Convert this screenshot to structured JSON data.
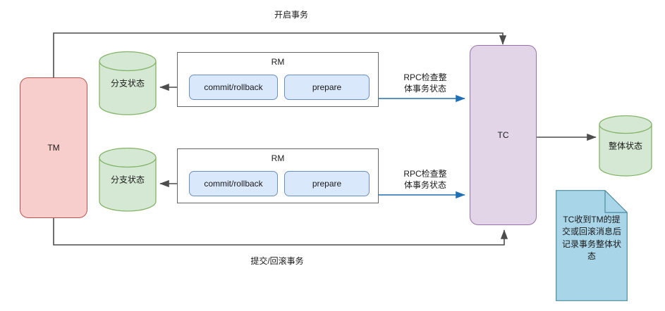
{
  "diagram": {
    "title": "Distributed transaction TM / RM / TC flow",
    "colors": {
      "tm_fill": "#f8cecc",
      "tm_stroke": "#b85450",
      "tc_fill": "#e1d5e7",
      "tc_stroke": "#9673a6",
      "db_fill": "#d5e8d4",
      "db_stroke": "#82b366",
      "btn_fill": "#dae8fc",
      "btn_stroke": "#6c8ebf",
      "note_fill": "#a9d5e8",
      "note_stroke": "#4d8aa0",
      "edge_dark": "#4d4d4d",
      "edge_blue": "#1f6fb4",
      "rm_stroke": "#666666"
    },
    "nodes": {
      "tm": {
        "label": "TM"
      },
      "tc": {
        "label": "TC"
      },
      "rm_top": {
        "title": "RM",
        "buttons": [
          {
            "label": "commit/rollback"
          },
          {
            "label": "prepare"
          }
        ]
      },
      "rm_bottom": {
        "title": "RM",
        "buttons": [
          {
            "label": "commit/rollback"
          },
          {
            "label": "prepare"
          }
        ]
      },
      "branch_state_top": {
        "label": "分支状态"
      },
      "branch_state_bottom": {
        "label": "分支状态"
      },
      "global_state": {
        "label": "整体状态"
      },
      "note": {
        "text": "TC收到TM的提交或回滚消息后记录事务整体状态"
      }
    },
    "edges": [
      {
        "id": "tm-to-tc-top",
        "label": "开启事务",
        "color": "#4d4d4d"
      },
      {
        "id": "tm-to-tc-bottom",
        "label": "提交/回滚事务",
        "color": "#4d4d4d"
      },
      {
        "id": "rm-top-to-tc",
        "label": "RPC检查整\n体事务状态",
        "color": "#1f6fb4"
      },
      {
        "id": "rm-bottom-to-tc",
        "label": "RPC检查整\n体事务状态",
        "color": "#1f6fb4"
      },
      {
        "id": "rm-top-to-branch-db",
        "label": "",
        "color": "#4d4d4d"
      },
      {
        "id": "rm-bottom-to-branch-db",
        "label": "",
        "color": "#4d4d4d"
      },
      {
        "id": "tc-to-global-db",
        "label": "",
        "color": "#4d4d4d"
      }
    ]
  }
}
